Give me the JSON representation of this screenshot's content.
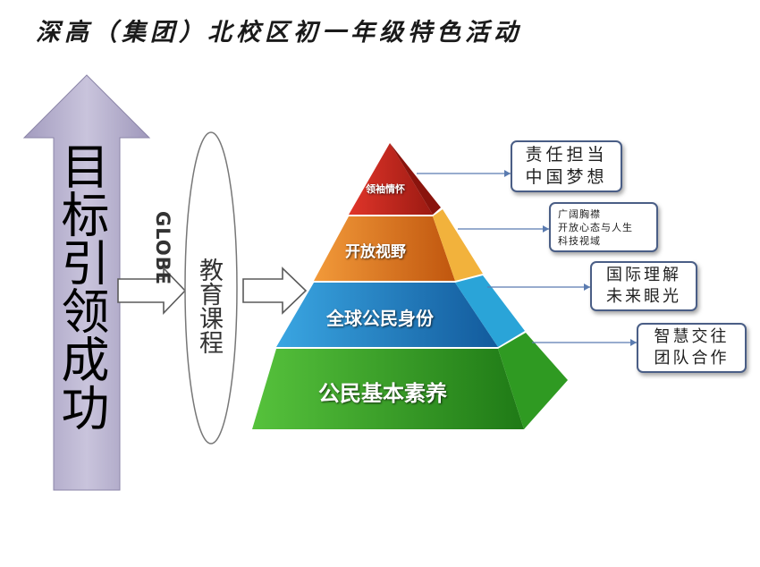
{
  "title": "深高（集团）北校区初一年级特色活动",
  "goal_arrow": {
    "label": "目标引领成功"
  },
  "curriculum": {
    "latin": "GLOBE",
    "chinese": "教育课程"
  },
  "pyramid": {
    "levels": [
      {
        "label": "领袖情怀",
        "color": "#c8271c"
      },
      {
        "label": "开放视野",
        "color": "#e0781c"
      },
      {
        "label": "全球公民身份",
        "color": "#1d86c8"
      },
      {
        "label": "公民基本素养",
        "color": "#3aa72a"
      }
    ]
  },
  "callouts": [
    {
      "lines": [
        "责任担当",
        "中国梦想"
      ]
    },
    {
      "lines": [
        "广阔胸襟",
        "开放心态与人生",
        "科技视域"
      ]
    },
    {
      "lines": [
        "国际理解",
        "未来眼光"
      ]
    },
    {
      "lines": [
        "智慧交往",
        "团队合作"
      ]
    }
  ]
}
